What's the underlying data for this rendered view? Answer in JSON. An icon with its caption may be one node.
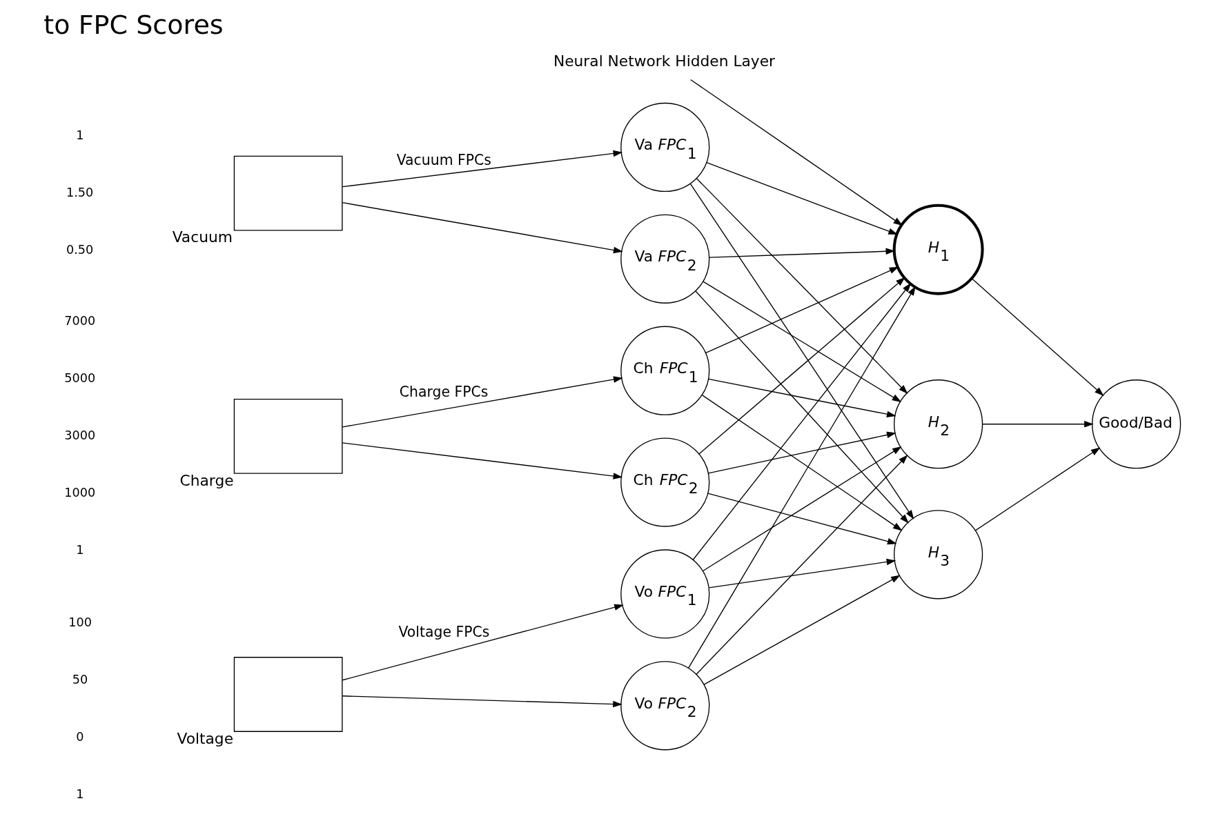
{
  "diagram": {
    "title": "to FPC Scores",
    "nodes": [
      {
        "text": [],
        "shape": "box",
        "beside": [
          "Charge"
        ]
      },
      {
        "text": [
          "Ch *FPC*$_{1}$"
        ]
      },
      {
        "text": [
          "Ch *FPC*$_{2}$"
        ]
      },
      {
        "text": [],
        "shape": "box",
        "beside": [
          "Vacuum"
        ]
      },
      {
        "text": [
          "Va *FPC*$_{1}$"
        ]
      },
      {
        "text": [
          "Va *FPC*$_{2}$"
        ]
      },
      {
        "text": [],
        "shape": "box",
        "beside": [
          "Voltage"
        ]
      },
      {
        "text": [
          "Vo *FPC*$_{1}$"
        ]
      },
      {
        "text": [
          "Vo *FPC*$_{2}$"
        ]
      },
      {
        "text": [
          "*H*$_{1}$"
        ]
      },
      {
        "text": [
          "*H*$_{2}$"
        ]
      },
      {
        "text": [
          "*H*$_{3}$"
        ]
      },
      {
        "text": [
          "Good/Bad"
        ]
      },
      {
        "text": [
          "Neural Network Hidden Layer"
        ]
      }
    ],
    "edges": [
      {
        "from": 0,
        "to": 1,
        "arrow": "to",
        "label": "Charge FPCs"
      },
      {
        "from": 0,
        "to": 2,
        "arrow": "to"
      },
      {
        "from": 3,
        "to": 4,
        "arrow": "to",
        "label": "Vacuum FPCs"
      },
      {
        "from": 3,
        "to": 5,
        "arrow": "to"
      },
      {
        "from": 6,
        "to": 7,
        "arrow": "to",
        "label": "Voltage FPCs"
      },
      {
        "from": 6,
        "to": 8,
        "arrow": "to"
      },
      {
        "from": 1,
        "to": 9,
        "arrow": "to"
      },
      {
        "from": 1,
        "to": 10,
        "arrow": "to"
      },
      {
        "from": 1,
        "to": 11,
        "arrow": "to"
      },
      {
        "from": 2,
        "to": 9,
        "arrow": "to"
      },
      {
        "from": 2,
        "to": 10,
        "arrow": "to"
      },
      {
        "from": 2,
        "to": 11,
        "arrow": "to"
      },
      {
        "from": 4,
        "to": 9,
        "arrow": "to"
      },
      {
        "from": 4,
        "to": 10,
        "arrow": "to"
      },
      {
        "from": 4,
        "to": 11,
        "arrow": "to"
      },
      {
        "from": 5,
        "to": 9,
        "arrow": "to"
      },
      {
        "from": 5,
        "to": 10,
        "arrow": "to"
      },
      {
        "from": 5,
        "to": 11,
        "arrow": "to"
      },
      {
        "from": 7,
        "to": 9,
        "arrow": "to"
      },
      {
        "from": 7,
        "to": 10,
        "arrow": "to"
      },
      {
        "from": 7,
        "to": 11,
        "arrow": "to"
      },
      {
        "from": 8,
        "to": 9,
        "arrow": "to"
      },
      {
        "from": 8,
        "to": 10,
        "arrow": "to"
      },
      {
        "from": 8,
        "to": 11,
        "arrow": "to"
      },
      {
        "from": 9,
        "to": 12,
        "arrow": "to"
      },
      {
        "from": 10,
        "to": 12,
        "arrow": "to"
      },
      {
        "from": 11,
        "to": 12,
        "arrow": "to"
      },
      {
        "from": 13,
        "to": 9,
        "arrow": "to"
      }
    ],
    "labels": [
      "7000",
      "5000",
      "3000",
      "1000",
      "1",
      "1.50",
      "0.50",
      "1",
      "100",
      "50",
      "0",
      "1"
    ]
  }
}
